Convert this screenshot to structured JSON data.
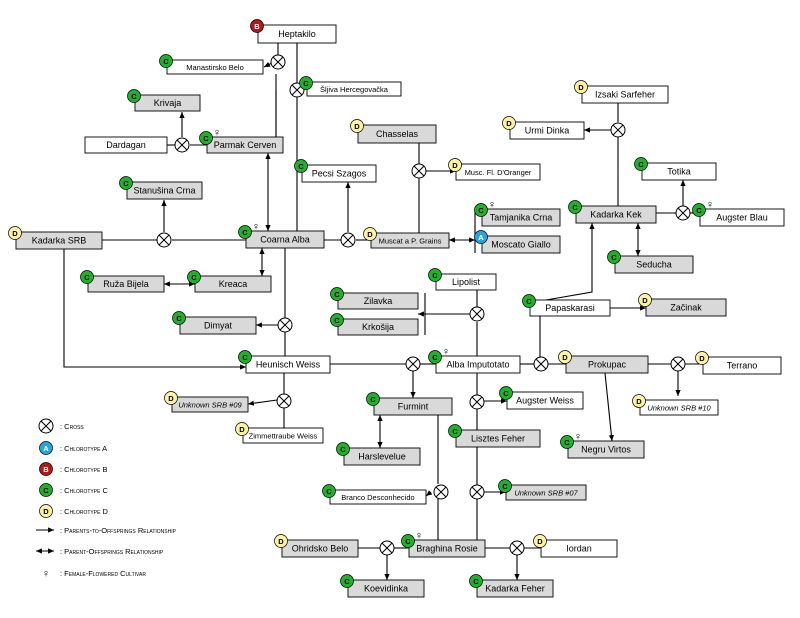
{
  "colors": {
    "A": "#2aa5dc",
    "B": "#b21a1a",
    "C": "#22b02c",
    "D": "#fbf2a3",
    "grey_box": "#d9d9d9"
  },
  "female_symbol": "♀",
  "nodes": [
    {
      "id": "heptakilo",
      "label": "Heptakilo",
      "chl": "B",
      "grey": false
    },
    {
      "id": "manastirsko",
      "label": "Manastirsko Belo",
      "chl": "C",
      "grey": false,
      "small": true
    },
    {
      "id": "sljiva",
      "label": "Šljiva Hercegovačka",
      "chl": "C",
      "grey": false,
      "small": true
    },
    {
      "id": "krivaja",
      "label": "Krivaja",
      "chl": "C",
      "grey": true
    },
    {
      "id": "dardagan",
      "label": "Dardagan",
      "chl": "",
      "grey": false
    },
    {
      "id": "parmak",
      "label": "Parmak Cerven",
      "chl": "C",
      "grey": true,
      "female": true
    },
    {
      "id": "chasselas",
      "label": "Chasselas",
      "chl": "D",
      "grey": true
    },
    {
      "id": "musc_fl",
      "label": "Musc. Fl. D'Oranger",
      "chl": "D",
      "grey": false,
      "small": true
    },
    {
      "id": "pecsi",
      "label": "Pecsi Szagos",
      "chl": "C",
      "grey": false
    },
    {
      "id": "stanusina",
      "label": "Stanušina Crna",
      "chl": "C",
      "grey": true
    },
    {
      "id": "kadarka_srb",
      "label": "Kadarka SRB",
      "chl": "D",
      "grey": true
    },
    {
      "id": "coarna",
      "label": "Coarna Alba",
      "chl": "C",
      "grey": true,
      "female": true
    },
    {
      "id": "muscat_pg",
      "label": "Muscat a P. Grains",
      "chl": "D",
      "grey": true,
      "small": true
    },
    {
      "id": "tamjanika",
      "label": "Tamjanika Crna",
      "chl": "C",
      "grey": true,
      "female": true
    },
    {
      "id": "moscato",
      "label": "Moscato Giallo",
      "chl": "A",
      "grey": true
    },
    {
      "id": "izsaki",
      "label": "Izsaki Sarfeher",
      "chl": "D",
      "grey": false
    },
    {
      "id": "urmi",
      "label": "Urmi Dinka",
      "chl": "D",
      "grey": false
    },
    {
      "id": "totika",
      "label": "Totika",
      "chl": "C",
      "grey": false
    },
    {
      "id": "kadarka_kek",
      "label": "Kadarka Kek",
      "chl": "C",
      "grey": true
    },
    {
      "id": "augster_blau",
      "label": "Augster Blau",
      "chl": "C",
      "grey": false,
      "female": true
    },
    {
      "id": "seducha",
      "label": "Seducha",
      "chl": "C",
      "grey": true
    },
    {
      "id": "ruza",
      "label": "Ruža Bijela",
      "chl": "C",
      "grey": true
    },
    {
      "id": "kreaca",
      "label": "Kreaca",
      "chl": "C",
      "grey": true
    },
    {
      "id": "lipolist",
      "label": "Lipolist",
      "chl": "C",
      "grey": false
    },
    {
      "id": "zilavka",
      "label": "Zilavka",
      "chl": "C",
      "grey": true
    },
    {
      "id": "krkosija",
      "label": "Krkošija",
      "chl": "C",
      "grey": true
    },
    {
      "id": "papaskarasi",
      "label": "Papaskarasi",
      "chl": "C",
      "grey": false
    },
    {
      "id": "zacinak",
      "label": "Začinak",
      "chl": "D",
      "grey": true
    },
    {
      "id": "dimyat",
      "label": "Dimyat",
      "chl": "C",
      "grey": true
    },
    {
      "id": "heunisch",
      "label": "Heunisch Weiss",
      "chl": "C",
      "grey": false
    },
    {
      "id": "alba_imp",
      "label": "Alba Imputotato",
      "chl": "C",
      "grey": false,
      "female": true
    },
    {
      "id": "prokupac",
      "label": "Prokupac",
      "chl": "D",
      "grey": true
    },
    {
      "id": "terrano",
      "label": "Terrano",
      "chl": "D",
      "grey": false
    },
    {
      "id": "unk09",
      "label": "Unknown SRB #09",
      "chl": "D",
      "grey": true,
      "italic": true,
      "small": true
    },
    {
      "id": "unk10",
      "label": "Unknown SRB #10",
      "chl": "D",
      "grey": false,
      "italic": true,
      "small": true
    },
    {
      "id": "furmint",
      "label": "Furmint",
      "chl": "C",
      "grey": true
    },
    {
      "id": "augster_weiss",
      "label": "Augster Weiss",
      "chl": "C",
      "grey": false
    },
    {
      "id": "zimmet",
      "label": "Zimmettraube Weiss",
      "chl": "D",
      "grey": false,
      "small": true
    },
    {
      "id": "lisztes",
      "label": "Lisztes Feher",
      "chl": "C",
      "grey": true
    },
    {
      "id": "harslevelue",
      "label": "Harslevelue",
      "chl": "C",
      "grey": true
    },
    {
      "id": "negru",
      "label": "Negru Virtos",
      "chl": "C",
      "grey": true,
      "female": true
    },
    {
      "id": "branco",
      "label": "Branco Desconhecido",
      "chl": "C",
      "grey": false,
      "small": true
    },
    {
      "id": "unk07",
      "label": "Unknown SRB #07",
      "chl": "C",
      "grey": true,
      "italic": true,
      "small": true
    },
    {
      "id": "ohridsko",
      "label": "Ohridsko Belo",
      "chl": "D",
      "grey": true
    },
    {
      "id": "braghina",
      "label": "Braghina Rosie",
      "chl": "C",
      "grey": true,
      "female": true
    },
    {
      "id": "iordan",
      "label": "Iordan",
      "chl": "D",
      "grey": false
    },
    {
      "id": "koevidinka",
      "label": "Koevidinka",
      "chl": "C",
      "grey": true
    },
    {
      "id": "kadarka_feher",
      "label": "Kadarka Feher",
      "chl": "C",
      "grey": true
    }
  ],
  "legend": {
    "cross": ": Cross",
    "chl_a": ": Chlorotype A",
    "chl_b": ": Chlorotype B",
    "chl_c": ": Chlorotype C",
    "chl_d": ": Chlorotype D",
    "p_to_o": ": Parents-to-Offsprings Relationship",
    "p_o": ": Parent-Offsprings Relationship",
    "female": ": Female-Flowered Cultivar",
    "badge_a": "A",
    "badge_b": "B",
    "badge_c": "C",
    "badge_d": "D"
  }
}
